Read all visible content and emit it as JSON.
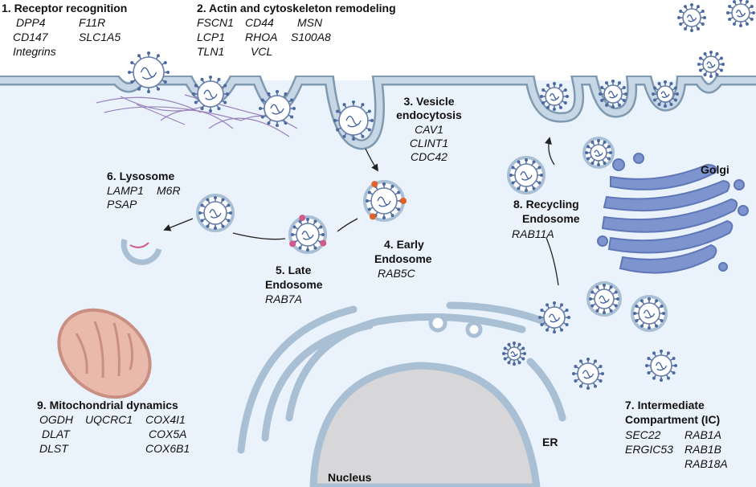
{
  "colors": {
    "cytoplasm": "#eaf2fb",
    "membrane": "#a9bfd4",
    "membrane_edge": "#7f99b1",
    "virus_capsid": "#6a7fa8",
    "spike": "#4d6aa0",
    "rna": "#3f5fa0",
    "golgi": "#7d94cf",
    "golgi_edge": "#5f77b8",
    "nucleus": "#d7d7d9",
    "mito_outer": "#e9b9ac",
    "mito_inner": "#c98f82",
    "marker_orange": "#e0612b",
    "marker_pink": "#d15a8a",
    "actin": "#8c6fb0"
  },
  "labels": {
    "receptor": {
      "title": "1. Receptor recognition",
      "genes": [
        "DPP4",
        "F11R",
        "CD147",
        "SLC1A5",
        "Integrins"
      ]
    },
    "actin": {
      "title": "2. Actin and cytoskeleton remodeling",
      "genes": [
        "FSCN1",
        "CD44",
        "MSN",
        "LCP1",
        "RHOA",
        "S100A8",
        "TLN1",
        "VCL"
      ]
    },
    "endocytosis": {
      "title_lines": [
        "3. Vesicle",
        "endocytosis"
      ],
      "genes": [
        "CAV1",
        "CLINT1",
        "CDC42"
      ]
    },
    "early": {
      "title_lines": [
        "4. Early",
        "Endosome"
      ],
      "genes": [
        "RAB5C"
      ]
    },
    "late": {
      "title_lines": [
        "5. Late",
        "Endosome"
      ],
      "genes": [
        "RAB7A"
      ]
    },
    "lysosome": {
      "title": "6. Lysosome",
      "genes": [
        "LAMP1",
        "M6R",
        "PSAP"
      ]
    },
    "ic": {
      "title_lines": [
        "7. Intermediate",
        "Compartment (IC)"
      ],
      "genes": [
        "SEC22",
        "RAB1A",
        "ERGIC53",
        "RAB1B",
        "RAB18A"
      ]
    },
    "recycling": {
      "title_lines": [
        "8. Recycling",
        "Endosome"
      ],
      "genes": [
        "RAB11A"
      ]
    },
    "mito": {
      "title": "9. Mitochondrial dynamics",
      "genes": [
        "OGDH",
        "UQCRC1",
        "COX4I1",
        "DLAT",
        "COX5A",
        "DLST",
        "COX6B1"
      ]
    },
    "golgi": "Golgi",
    "er": "ER",
    "nucleus": "Nucleus"
  }
}
